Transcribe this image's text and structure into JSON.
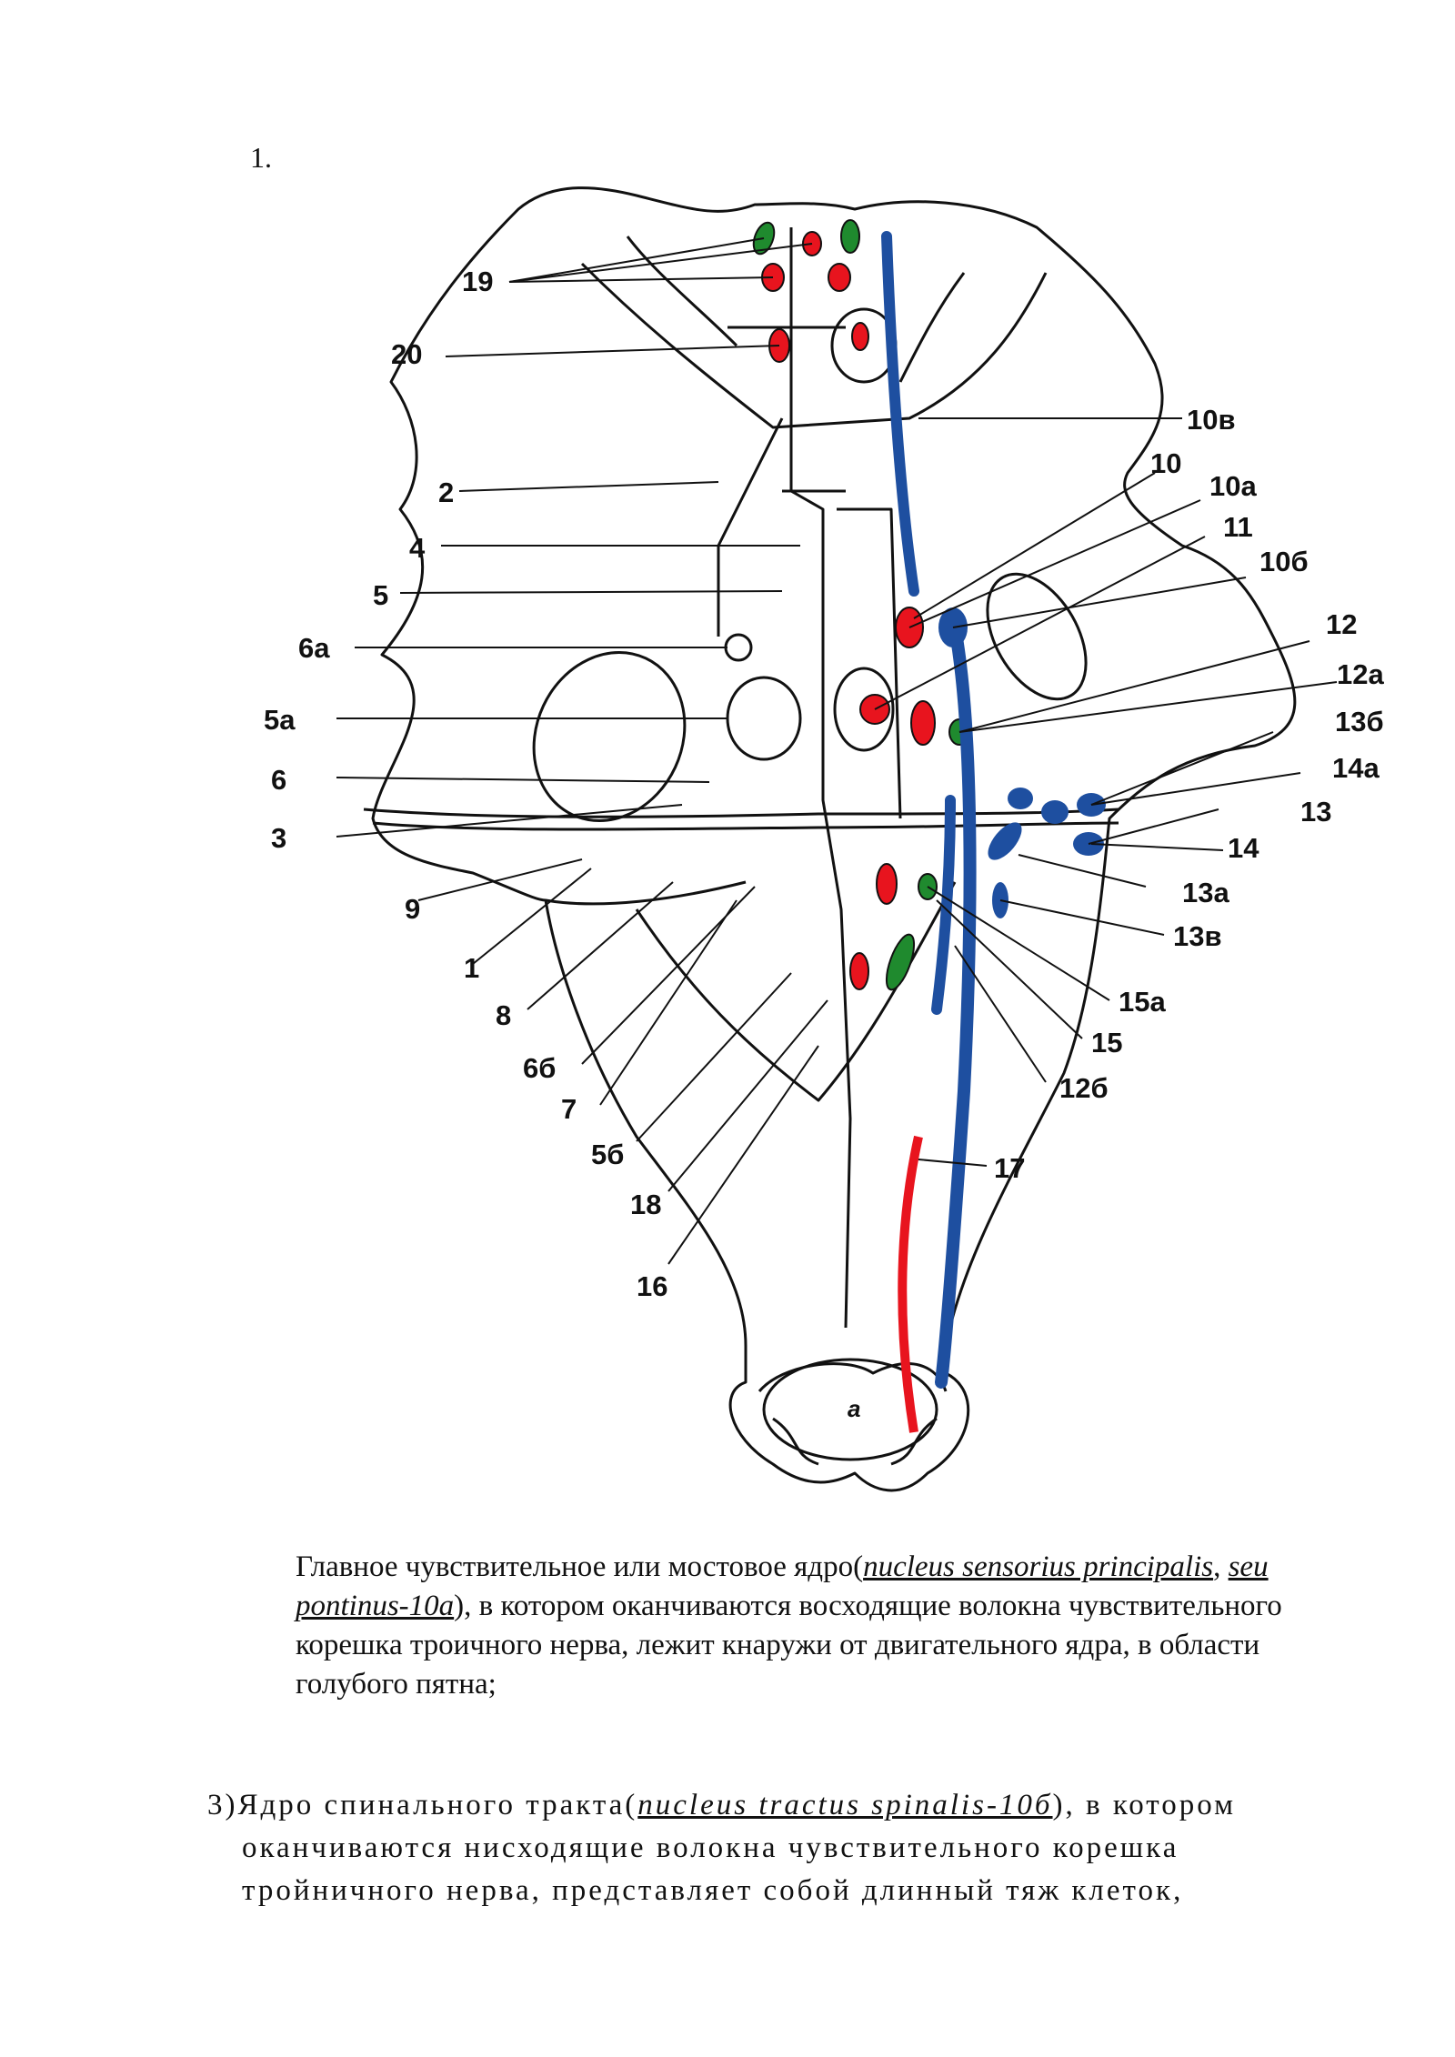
{
  "item_number": "1.",
  "diagram": {
    "labels": [
      "19",
      "20",
      "10в",
      "10",
      "10а",
      "11",
      "10б",
      "12",
      "12а",
      "13б",
      "14а",
      "13",
      "14",
      "13а",
      "13в",
      "15а",
      "15",
      "12б",
      "17",
      "2",
      "4",
      "5",
      "6а",
      "5а",
      "6",
      "3",
      "9",
      "1",
      "8",
      "6б",
      "7",
      "5б",
      "18",
      "16"
    ],
    "cord_label": "a",
    "colors": {
      "red": "#e8141e",
      "green": "#1f8a2e",
      "blue": "#1e4fa0",
      "outline": "#111111"
    }
  },
  "para1": {
    "t1": "Главное чувствительное или мостовое ядро(",
    "lat1": "nucleus sensorius principalis",
    "t2": ", ",
    "lat2": "seu pontinus-10a",
    "t3": "), в котором оканчиваются восходящие волокна чувствительного корешка троичного нерва, лежит кнаружи от двигательного ядра, в области голубого пятна;"
  },
  "para2": {
    "t1": "3)Ядро спинального тракта(",
    "lat1": "nucleus tractus spinalis-10б",
    "t2": "), в котором",
    "t3": "оканчиваются нисходящие волокна чувствительного корешка",
    "t4": "тройничного нерва, представляет собой длинный тяж клеток,"
  }
}
